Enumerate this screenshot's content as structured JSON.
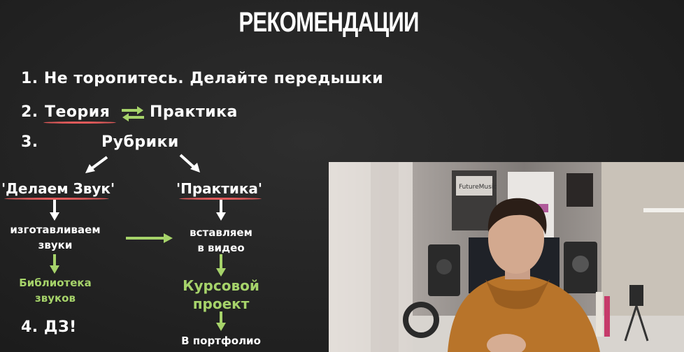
{
  "title": "РЕКОМЕНДАЦИИ",
  "items": [
    {
      "number": "1.",
      "text": "Не торопитесь. Делайте передышки"
    },
    {
      "number": "2.",
      "left": "Теория",
      "right": "Практика"
    },
    {
      "number": "3.",
      "text": "Рубрики"
    },
    {
      "number": "4.",
      "text": "ДЗ!"
    }
  ],
  "diagram": {
    "left_rubric": "'Делаем Звук'",
    "right_rubric": "'Практика'",
    "left_step1": [
      "изготавливаем",
      "звуки"
    ],
    "left_step2": [
      "Библиотека",
      "звуков"
    ],
    "right_step1": [
      "вставляем",
      "в видео"
    ],
    "right_step2": [
      "Курсовой",
      "проект"
    ],
    "right_step3": "В портфолио"
  },
  "photo": {
    "poster_label": "FutureMusic"
  },
  "colors": {
    "accent_green": "#a6d36a",
    "underline_red": "#e05a5a",
    "background": "#232323"
  }
}
